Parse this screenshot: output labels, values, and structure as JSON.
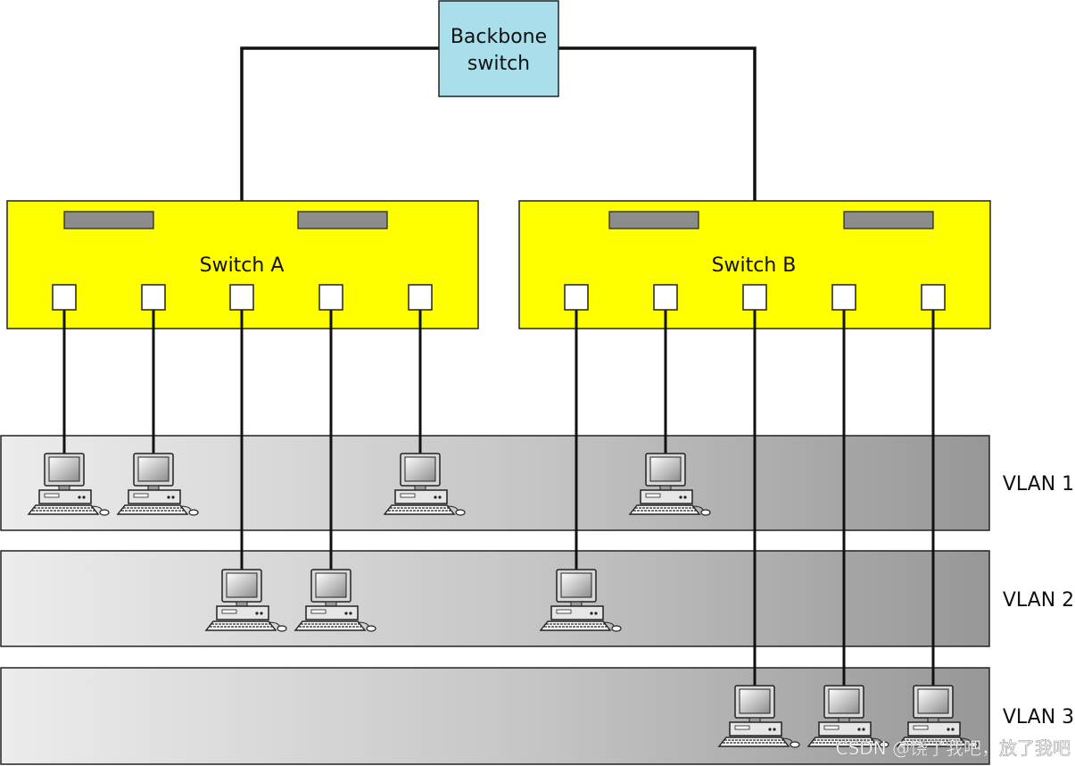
{
  "backbone": {
    "label_line1": "Backbone",
    "label_line2": "switch",
    "fill": "#a8dfeb"
  },
  "switches": [
    {
      "id": "A",
      "label": "Switch A",
      "fill": "#ffff00"
    },
    {
      "id": "B",
      "label": "Switch B",
      "fill": "#ffff00"
    }
  ],
  "vlans": [
    {
      "label": "VLAN 1"
    },
    {
      "label": "VLAN 2"
    },
    {
      "label": "VLAN 3"
    }
  ],
  "connections": [
    {
      "switch": "A",
      "port": 1,
      "vlan": 1
    },
    {
      "switch": "A",
      "port": 2,
      "vlan": 1
    },
    {
      "switch": "A",
      "port": 3,
      "vlan": 2
    },
    {
      "switch": "A",
      "port": 4,
      "vlan": 2
    },
    {
      "switch": "A",
      "port": 5,
      "vlan": 1
    },
    {
      "switch": "B",
      "port": 1,
      "vlan": 2
    },
    {
      "switch": "B",
      "port": 2,
      "vlan": 1
    },
    {
      "switch": "B",
      "port": 3,
      "vlan": 3
    },
    {
      "switch": "B",
      "port": 4,
      "vlan": 3
    },
    {
      "switch": "B",
      "port": 5,
      "vlan": 3
    }
  ],
  "watermark": "CSDN @饶了我吧，放了我吧"
}
